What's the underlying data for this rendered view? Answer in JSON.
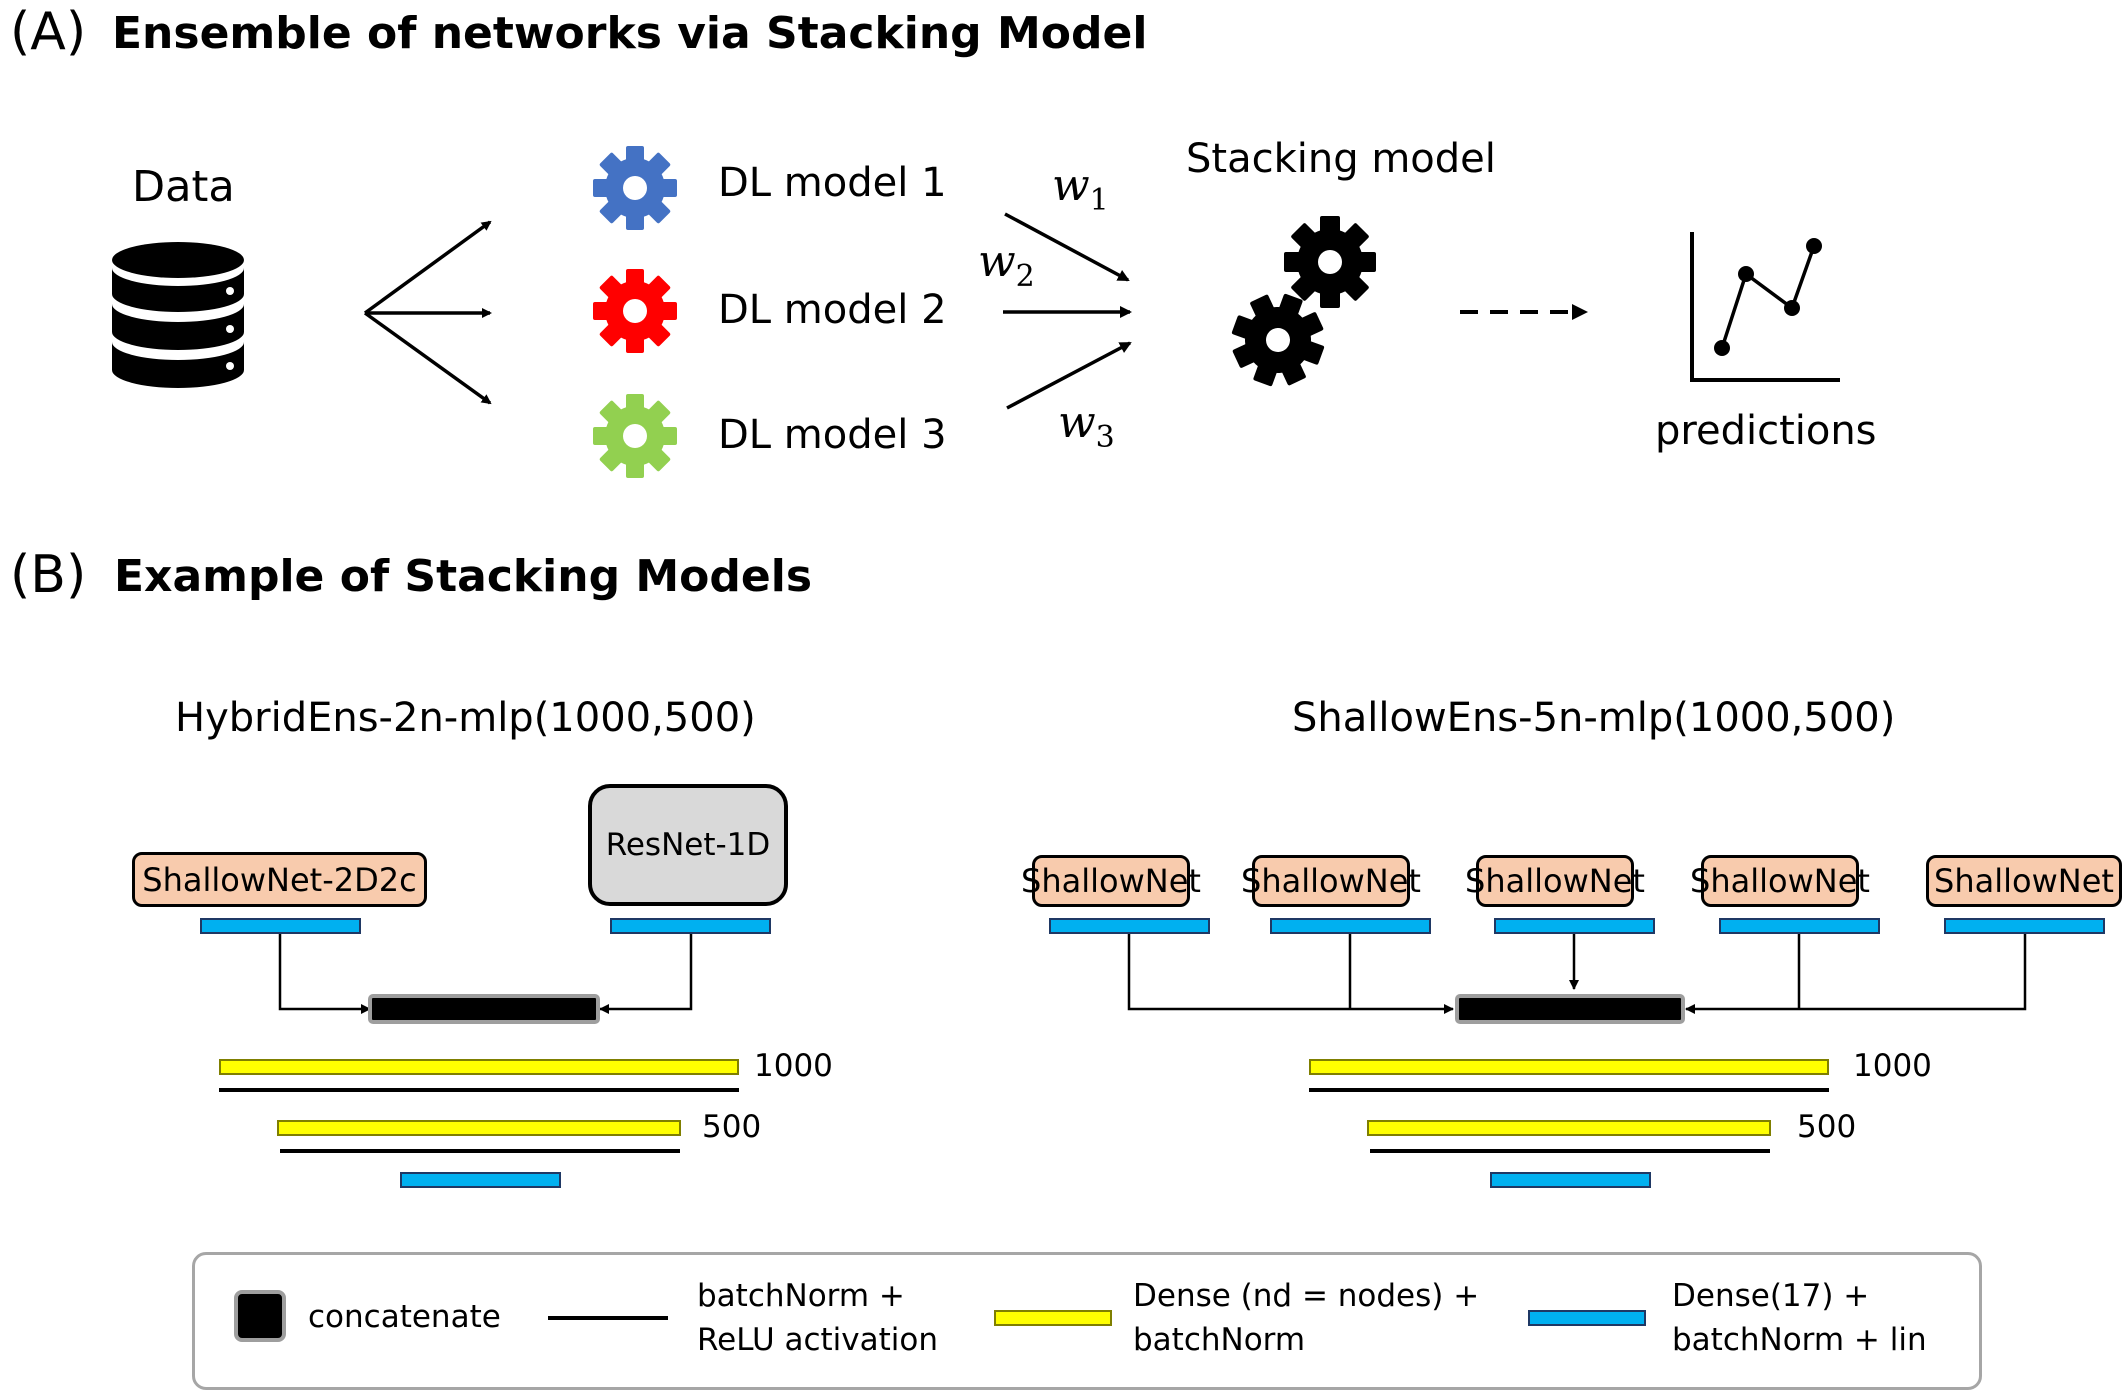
{
  "panel_a": {
    "label": "(A)",
    "title": "Ensemble of networks via Stacking Model",
    "data_label": "Data",
    "models": [
      {
        "label": "DL model 1",
        "gear_color": "#4472c4"
      },
      {
        "label": "DL model 2",
        "gear_color": "#ff0000"
      },
      {
        "label": "DL model 3",
        "gear_color": "#92d050"
      }
    ],
    "weights": [
      {
        "base": "w",
        "sub": "1"
      },
      {
        "base": "w",
        "sub": "2"
      },
      {
        "base": "w",
        "sub": "3"
      }
    ],
    "stacking_label": "Stacking model",
    "predictions_label": "predictions"
  },
  "panel_b": {
    "label": "(B)",
    "title": "Example of Stacking Models",
    "left": {
      "title": "HybridEns-2n-mlp(1000,500)",
      "nets": [
        "ShallowNet-2D2c",
        "ResNet-1D"
      ],
      "layers": [
        "1000",
        "500"
      ]
    },
    "right": {
      "title": "ShallowEns-5n-mlp(1000,500)",
      "nets": [
        "ShallowNet",
        "ShallowNet",
        "ShallowNet",
        "ShallowNet",
        "ShallowNet"
      ],
      "layers": [
        "1000",
        "500"
      ]
    }
  },
  "legend": {
    "concatenate": "concatenate",
    "relu_line1": "batchNorm +",
    "relu_line2": "ReLU activation",
    "dense_line1": "Dense (nd = nodes) +",
    "dense_line2": "batchNorm",
    "dense17_line1": "Dense(17) +",
    "dense17_line2": "batchNorm + lin"
  },
  "colors": {
    "shallownet_fill": "#f8cbad",
    "resnet_fill": "#d9d9d9",
    "dense17": "#00b0f0",
    "dense": "#ffff00",
    "concat": "#000000"
  }
}
